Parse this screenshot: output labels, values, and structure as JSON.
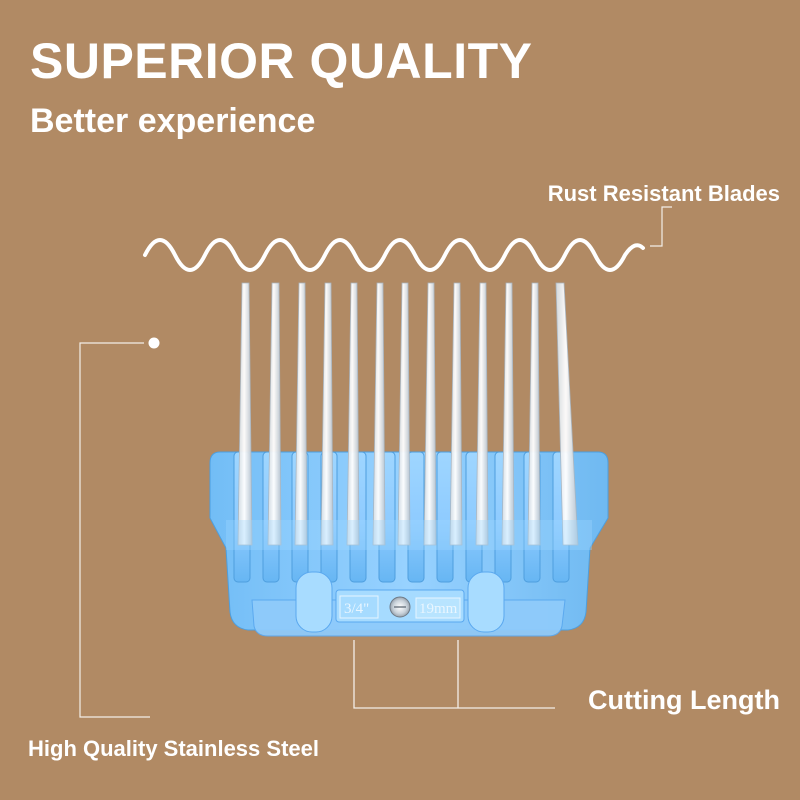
{
  "headline": "SUPERIOR QUALITY",
  "subheadline": "Better experience",
  "callouts": {
    "rust_resistant": "Rust Resistant Blades",
    "cutting_length": "Cutting Length",
    "stainless_steel": "High Quality Stainless Steel"
  },
  "guard": {
    "inch_size": "3/4\"",
    "mm_size": "19mm"
  },
  "colors": {
    "background": "#b18a64",
    "text": "#ffffff",
    "guard_blue": "#8ecbff",
    "guard_blue_dark": "#5aa8ef"
  }
}
